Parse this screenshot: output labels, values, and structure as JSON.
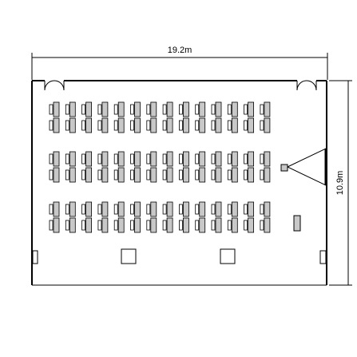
{
  "floor_plan": {
    "width_label": "19.2m",
    "height_label": "10.9m",
    "seating": {
      "blocks": 3,
      "columns_per_block": 14,
      "seats_per_desk": 2
    },
    "colors": {
      "desk_fill": "#c8c8c8",
      "line": "#000000"
    }
  }
}
